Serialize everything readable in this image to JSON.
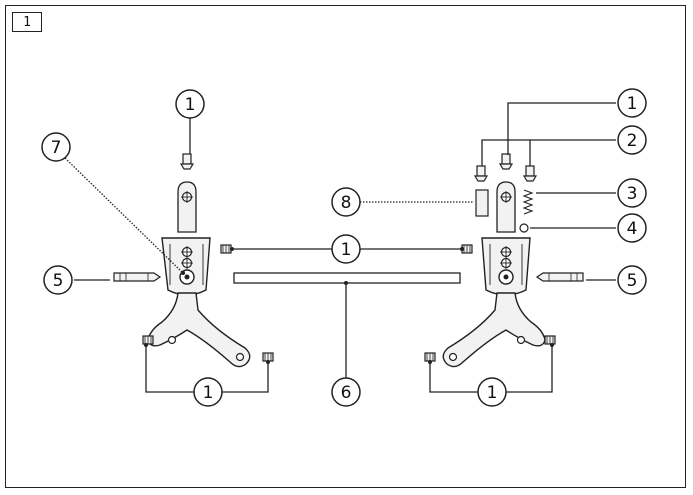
{
  "step_number": "1",
  "callouts": {
    "c1_top": "1",
    "c1_center": "1",
    "c1_bottom_left": "1",
    "c1_right_top": "1",
    "c1_bottom_right": "1",
    "c2": "2",
    "c3": "3",
    "c4": "4",
    "c5_left": "5",
    "c5_right": "5",
    "c6": "6",
    "c7": "7",
    "c8": "8"
  },
  "colors": {
    "line": "#222222",
    "part_fill": "#f2f2f2",
    "background": "#ffffff"
  },
  "icons": [
    "screw-icon",
    "rivet-icon",
    "spring-icon",
    "ring-icon",
    "pin-icon",
    "bracket-icon",
    "rod-icon"
  ]
}
